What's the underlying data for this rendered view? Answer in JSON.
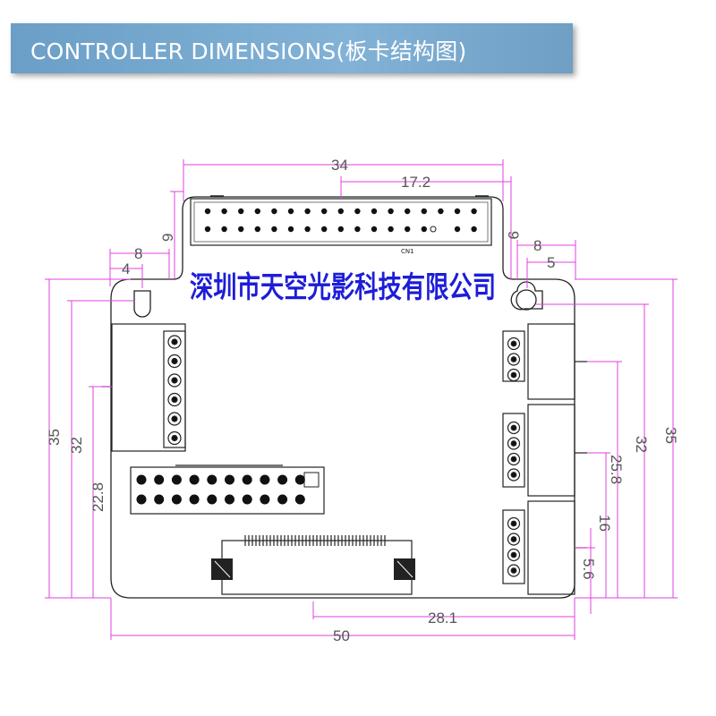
{
  "header": {
    "title": "CONTROLLER DIMENSIONS(板卡结构图)",
    "background_color": "#78a8cf",
    "text_color": "#ffffff"
  },
  "board": {
    "connector_label": "CN1",
    "company_name": "深圳市天空光影科技有限公司",
    "company_color": "#1d1dd8"
  },
  "dimensions": {
    "top_width": "34",
    "top_half_width": "17.2",
    "left_notch_height": "9",
    "right_notch_height": "9",
    "left_hole_x8": "8",
    "left_hole_x4": "4",
    "right_hole_x8": "8",
    "right_hole_x5": "5",
    "left_height_35": "35",
    "left_height_32": "32",
    "left_height_22_8": "22.8",
    "right_height_35": "35",
    "right_height_32": "32",
    "right_height_25_8": "25.8",
    "right_height_16": "16",
    "right_height_5_6": "5.6",
    "bottom_offset": "28.1",
    "bottom_width": "50"
  },
  "colors": {
    "dimension_line": "#e040e0",
    "board_outline": "#222222",
    "pin": "#111111"
  }
}
